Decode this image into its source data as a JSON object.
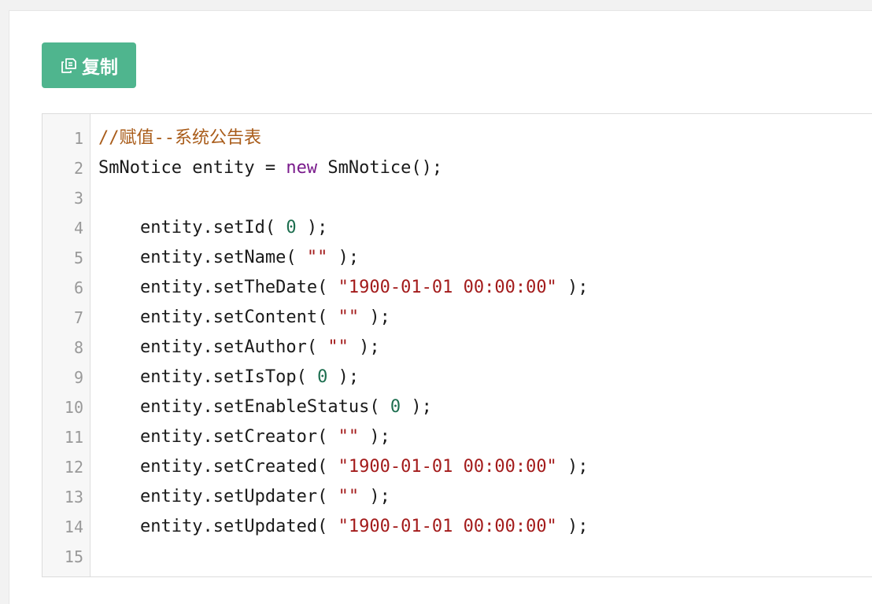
{
  "toolbar": {
    "copy_label": "复制",
    "copy_icon": "copy-icon",
    "button_color": "#4fb58e"
  },
  "colors": {
    "comment": "#a95c1a",
    "keyword": "#7a1b8c",
    "number": "#1d6e4f",
    "string": "#a31b1b"
  },
  "code": {
    "lines": [
      {
        "number": "1",
        "indent": "",
        "tokens": [
          {
            "type": "comment",
            "text": "//赋值--系统公告表"
          }
        ]
      },
      {
        "number": "2",
        "indent": "",
        "tokens": [
          {
            "type": "plain",
            "text": "SmNotice entity = "
          },
          {
            "type": "keyword",
            "text": "new"
          },
          {
            "type": "plain",
            "text": " SmNotice();"
          }
        ]
      },
      {
        "number": "3",
        "indent": "",
        "tokens": []
      },
      {
        "number": "4",
        "indent": "    ",
        "tokens": [
          {
            "type": "plain",
            "text": "entity.setId( "
          },
          {
            "type": "number",
            "text": "0"
          },
          {
            "type": "plain",
            "text": " );"
          }
        ]
      },
      {
        "number": "5",
        "indent": "    ",
        "tokens": [
          {
            "type": "plain",
            "text": "entity.setName( "
          },
          {
            "type": "string",
            "text": "\"\""
          },
          {
            "type": "plain",
            "text": " );"
          }
        ]
      },
      {
        "number": "6",
        "indent": "    ",
        "tokens": [
          {
            "type": "plain",
            "text": "entity.setTheDate( "
          },
          {
            "type": "string",
            "text": "\"1900-01-01 00:00:00\""
          },
          {
            "type": "plain",
            "text": " );"
          }
        ]
      },
      {
        "number": "7",
        "indent": "    ",
        "tokens": [
          {
            "type": "plain",
            "text": "entity.setContent( "
          },
          {
            "type": "string",
            "text": "\"\""
          },
          {
            "type": "plain",
            "text": " );"
          }
        ]
      },
      {
        "number": "8",
        "indent": "    ",
        "tokens": [
          {
            "type": "plain",
            "text": "entity.setAuthor( "
          },
          {
            "type": "string",
            "text": "\"\""
          },
          {
            "type": "plain",
            "text": " );"
          }
        ]
      },
      {
        "number": "9",
        "indent": "    ",
        "tokens": [
          {
            "type": "plain",
            "text": "entity.setIsTop( "
          },
          {
            "type": "number",
            "text": "0"
          },
          {
            "type": "plain",
            "text": " );"
          }
        ]
      },
      {
        "number": "10",
        "indent": "    ",
        "tokens": [
          {
            "type": "plain",
            "text": "entity.setEnableStatus( "
          },
          {
            "type": "number",
            "text": "0"
          },
          {
            "type": "plain",
            "text": " );"
          }
        ]
      },
      {
        "number": "11",
        "indent": "    ",
        "tokens": [
          {
            "type": "plain",
            "text": "entity.setCreator( "
          },
          {
            "type": "string",
            "text": "\"\""
          },
          {
            "type": "plain",
            "text": " );"
          }
        ]
      },
      {
        "number": "12",
        "indent": "    ",
        "tokens": [
          {
            "type": "plain",
            "text": "entity.setCreated( "
          },
          {
            "type": "string",
            "text": "\"1900-01-01 00:00:00\""
          },
          {
            "type": "plain",
            "text": " );"
          }
        ]
      },
      {
        "number": "13",
        "indent": "    ",
        "tokens": [
          {
            "type": "plain",
            "text": "entity.setUpdater( "
          },
          {
            "type": "string",
            "text": "\"\""
          },
          {
            "type": "plain",
            "text": " );"
          }
        ]
      },
      {
        "number": "14",
        "indent": "    ",
        "tokens": [
          {
            "type": "plain",
            "text": "entity.setUpdated( "
          },
          {
            "type": "string",
            "text": "\"1900-01-01 00:00:00\""
          },
          {
            "type": "plain",
            "text": " );"
          }
        ]
      },
      {
        "number": "15",
        "indent": "",
        "tokens": []
      }
    ]
  }
}
